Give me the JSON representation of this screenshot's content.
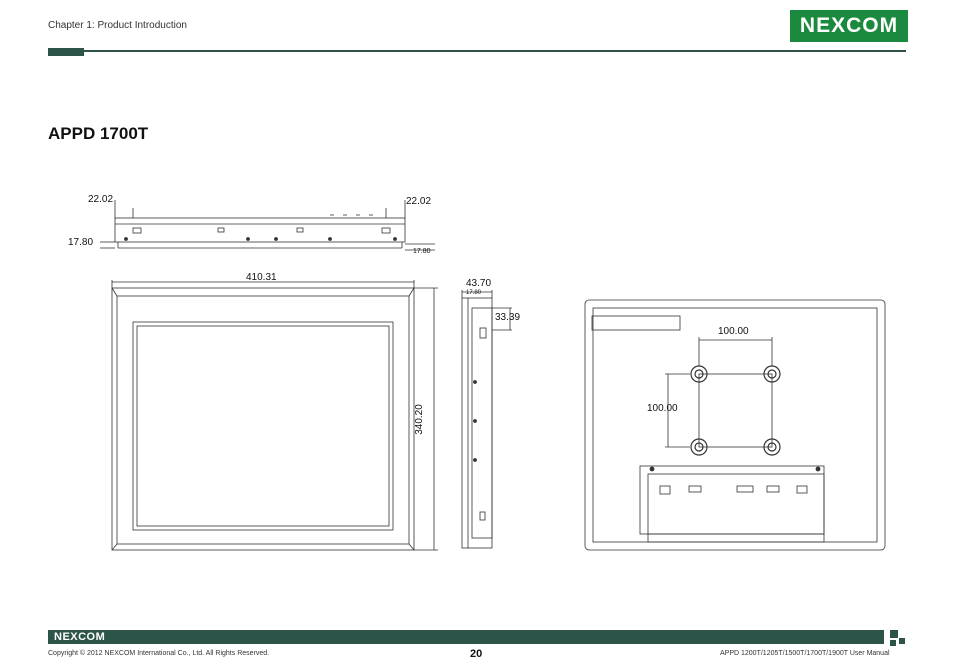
{
  "header": {
    "chapter": "Chapter 1: Product Introduction",
    "logo_text": "NEXCOM"
  },
  "title": "APPD 1700T",
  "dimensions": {
    "top_left_width": "22.02",
    "top_right_width": "22.02",
    "top_left_height": "17.80",
    "top_right_height": "17.80",
    "front_width": "410.31",
    "front_height": "340.20",
    "side_depth": "43.70",
    "side_small": "17.80",
    "side_offset": "33.39",
    "vesa_horizontal": "100.00",
    "vesa_vertical": "100.00"
  },
  "footer": {
    "logo_text": "NEXCOM",
    "copyright": "Copyright © 2012 NEXCOM International Co., Ltd. All Rights Reserved.",
    "page_number": "20",
    "manual": "APPD 1200T/1205T/1500T/1700T/1900T User Manual"
  },
  "colors": {
    "brand_green": "#1b8a3e",
    "bar_dark": "#2c5448"
  }
}
